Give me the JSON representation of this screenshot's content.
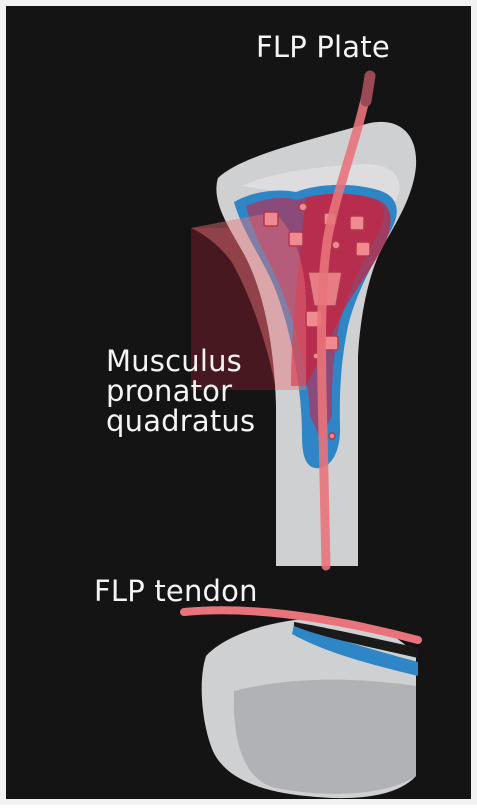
{
  "labels": {
    "plate": "FLP Plate",
    "muscle_line1": "Musculus",
    "muscle_line2": "pronator",
    "muscle_line3": "quadratus",
    "tendon": "FLP tendon"
  },
  "colors": {
    "background": "#141414",
    "frame": "#f2f2f2",
    "bone": "#cfd0d2",
    "bone_shadow": "#a7a8ab",
    "plate_blue": "#2f86c6",
    "plate_purple": "#8a4a7a",
    "muscle_red": "#c8233b",
    "tendon_pink": "#e8737b",
    "screw_pink": "#f08a92",
    "label_text": "#f4f4f4"
  }
}
